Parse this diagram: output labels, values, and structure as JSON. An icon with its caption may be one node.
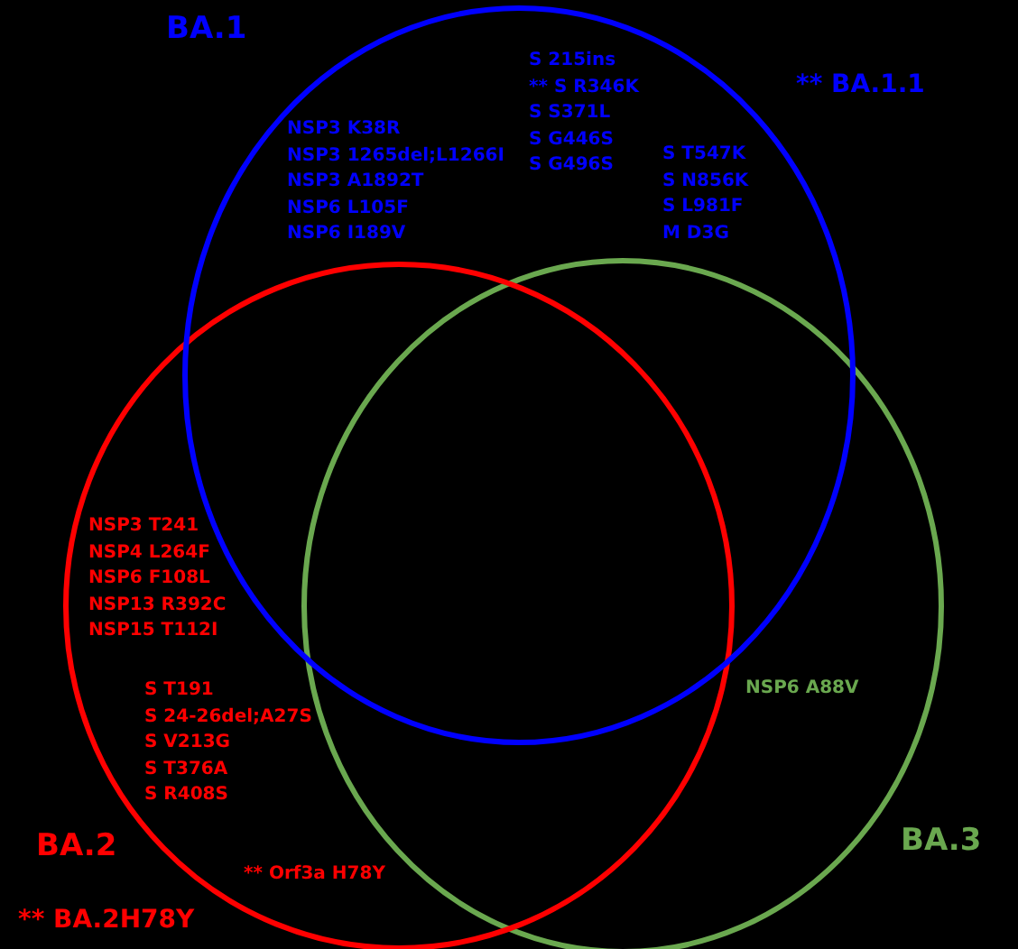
{
  "diagram": {
    "nodes": [
      {
        "text": [
          "BA.1"
        ]
      },
      {
        "text": [
          "BA.2"
        ]
      },
      {
        "text": [
          "BA.3"
        ]
      }
    ],
    "edges": [],
    "labels": [
      "S 215ins",
      "** S R346K",
      "S S371L",
      "S G446S",
      "S G496S",
      "** BA.1.1",
      "NSP3 K38R",
      "NSP3 1265del;L1266I",
      "NSP3 A1892T",
      "NSP6 L105F",
      "NSP6 I189V",
      "S T547K",
      "S N856K",
      "S L981F",
      "M D3G",
      "NSP3 T241",
      "NSP4 L264F",
      "NSP6 F108L",
      "NSP13 R392C",
      "NSP15 T112I",
      "S T191",
      "S 24-26del;A27S",
      "S V213G",
      "S T376A",
      "S R408S",
      "NSP6 A88V",
      "** Orf3a H78Y",
      "** BA.2H78Y"
    ]
  }
}
